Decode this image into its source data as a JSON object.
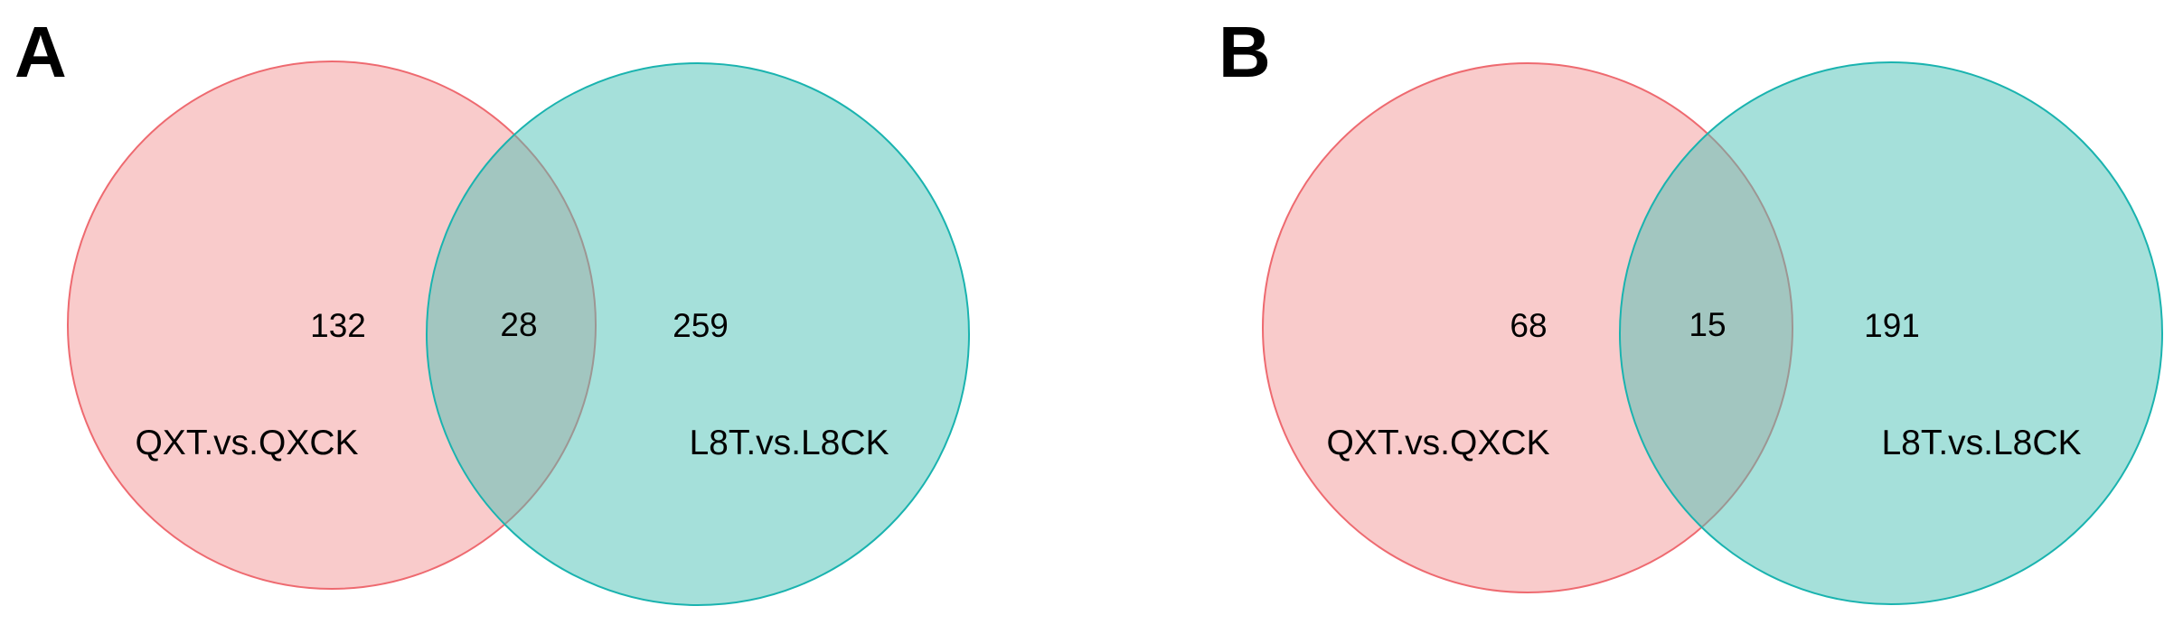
{
  "figure": {
    "description": "Two-panel Venn diagram figure comparing differentially expressed gene sets",
    "panels": [
      "A",
      "B"
    ]
  },
  "colors": {
    "left_circle_fill": "#F9CBCB",
    "left_circle_stroke": "#EE6A70",
    "right_circle_fill": "rgba(75,193,181,0.5)",
    "right_circle_stroke": "#1AB3AF",
    "overlap_rendered": "#A2C2C1",
    "text": "#000000",
    "background": "#FFFFFF"
  },
  "chart_data": {
    "type": "venn",
    "panels": [
      {
        "panel_label": "A",
        "sets": [
          {
            "label": "QXT.vs.QXCK",
            "unique_count": 132,
            "total_region": "left circle only",
            "color": "#F9CBCB"
          },
          {
            "label": "L8T.vs.L8CK",
            "unique_count": 259,
            "total_region": "right circle only",
            "color": "#A5E0DA"
          }
        ],
        "intersection_count": 28
      },
      {
        "panel_label": "B",
        "sets": [
          {
            "label": "QXT.vs.QXCK",
            "unique_count": 68,
            "total_region": "left circle only",
            "color": "#F9CBCB"
          },
          {
            "label": "L8T.vs.L8CK",
            "unique_count": 191,
            "total_region": "right circle only",
            "color": "#A5E0DA"
          }
        ],
        "intersection_count": 15
      }
    ]
  }
}
